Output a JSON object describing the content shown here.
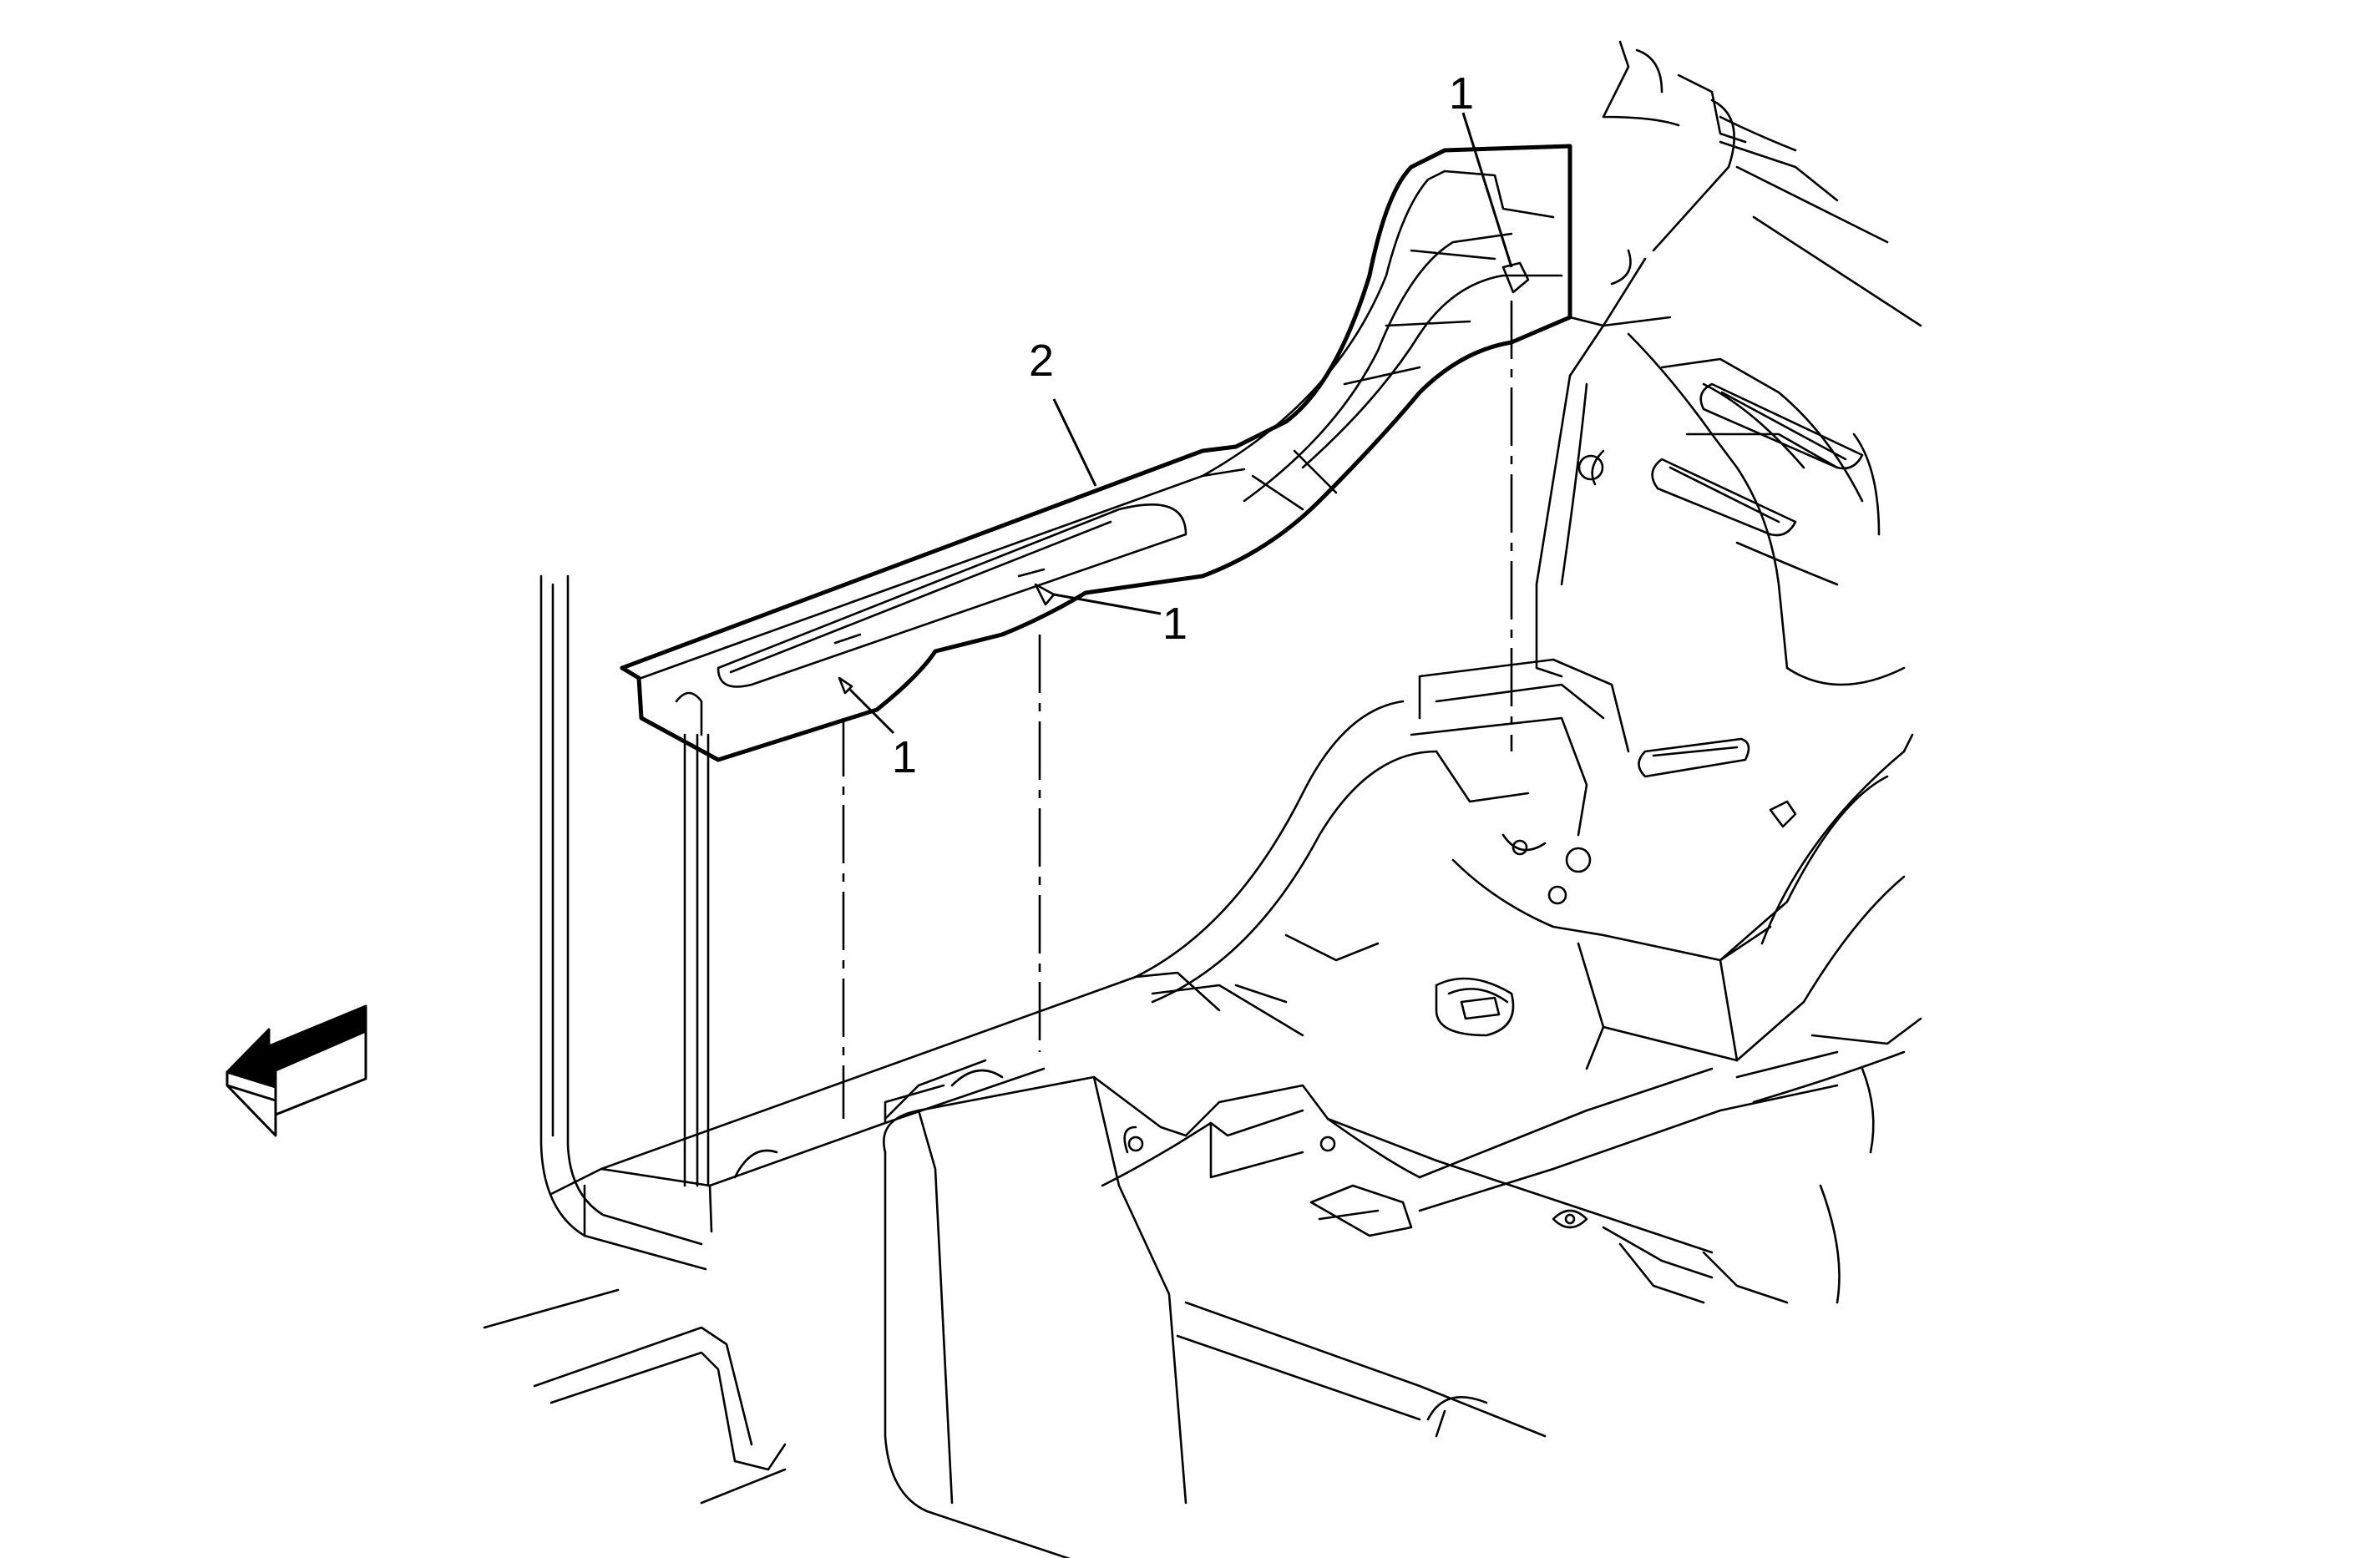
{
  "diagram": {
    "callouts": [
      {
        "id": "c1-top",
        "label": "1"
      },
      {
        "id": "c2",
        "label": "2"
      },
      {
        "id": "c1-mid",
        "label": "1"
      },
      {
        "id": "c1-low",
        "label": "1"
      }
    ],
    "colors": {
      "line": "#000000",
      "background": "#ffffff"
    },
    "icons": [
      "front-direction-arrow-icon"
    ]
  }
}
